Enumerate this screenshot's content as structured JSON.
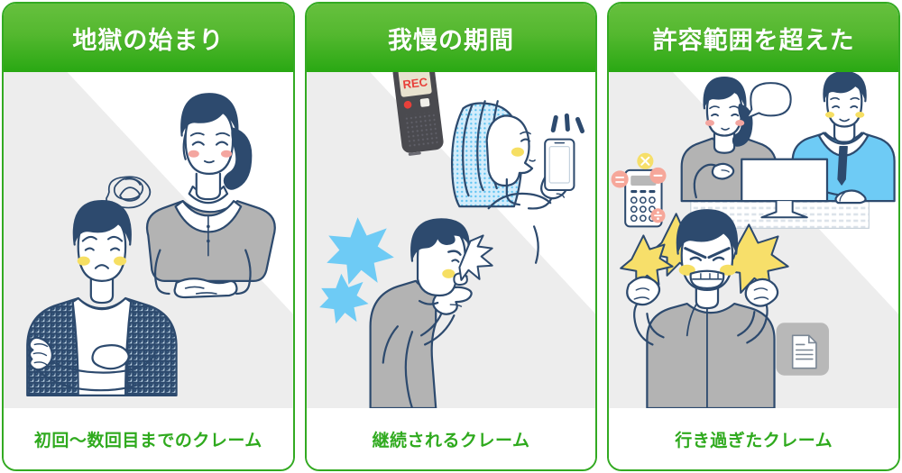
{
  "theme": {
    "green_top": "#66c03e",
    "green_bottom": "#29a813",
    "border_green": "#33aa22",
    "footer_text_green": "#2faa1e",
    "wedge_gray": "#ededed",
    "ink_navy": "#2d4a6e",
    "suit_gray": "#b3b3b3",
    "accent_blue": "#6ecbf5",
    "accent_yellow": "#f7df6a",
    "accent_salmon": "#f6a79a",
    "rec_red": "#e8403a",
    "recorder_body": "#4a4a4f",
    "recorder_screen": "#e8e2cf",
    "cheek_yellow": "#f6df63",
    "cheek_pink": "#f4a6a0"
  },
  "cards": [
    {
      "id": "stage-1",
      "header": "地獄の始まり",
      "footer": "初回～数回目までのクレーム",
      "illustration_name": "apologizing-woman-and-upset-man",
      "elements": [
        {
          "name": "bowing-woman-in-gray-suit"
        },
        {
          "name": "upset-man-arms-crossed"
        },
        {
          "name": "scribble-speech-bubble"
        }
      ]
    },
    {
      "id": "stage-2",
      "header": "我慢の期間",
      "footer": "継続されるクレーム",
      "illustration_name": "voice-recorder-woman-phone-shouting-man",
      "recorder_label": "REC",
      "elements": [
        {
          "name": "ic-voice-recorder"
        },
        {
          "name": "woman-holding-smartphone"
        },
        {
          "name": "shouting-man-pointing"
        },
        {
          "name": "blue-starburst"
        }
      ]
    },
    {
      "id": "stage-3",
      "header": "許容範囲を超えた",
      "footer": "行き過ぎたクレーム",
      "illustration_name": "office-pair-angry-man-calculator-document",
      "elements": [
        {
          "name": "thinking-woman-at-desk"
        },
        {
          "name": "man-in-blue-suit-at-computer"
        },
        {
          "name": "desktop-monitor"
        },
        {
          "name": "calculator"
        },
        {
          "name": "math-symbol-badges"
        },
        {
          "name": "angry-man-fists-raised"
        },
        {
          "name": "yellow-starburst"
        },
        {
          "name": "document-icon"
        },
        {
          "name": "empty-speech-bubble"
        }
      ]
    }
  ]
}
